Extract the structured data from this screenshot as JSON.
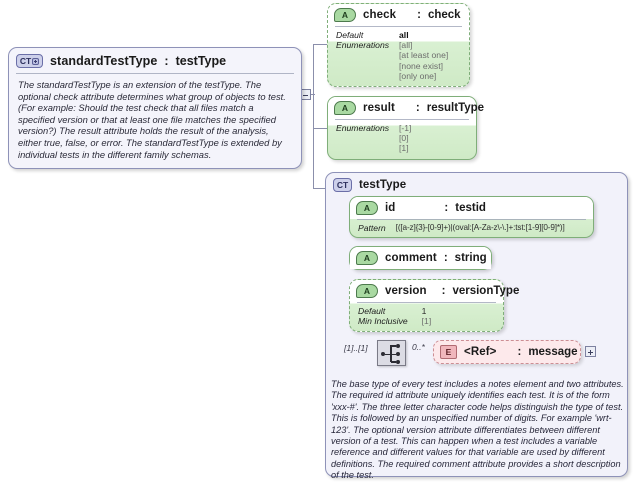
{
  "diagram": {
    "title": "XSD schema diagram - standardTestType",
    "accent_complex": "#cdd0ea",
    "accent_attribute": "#a9d9a2",
    "accent_element": "#f0b6bc",
    "line_color": "#8b8fab"
  },
  "root_type": {
    "badge": "CT",
    "badge_icon": "plus-box-icon",
    "name": "standardTestType",
    "separator": ":",
    "type": "testType",
    "documentation": "The standardTestType is an extension of the testType.  The optional check attribute determines what group of objects to test.  (For example: Should the test check that all files match a specified version or that at least one file matches the specified version?)  The result attribute  holds the result of the analysis, either true, false, or error.  The standardTestType is extended by individual tests in the different family schemas."
  },
  "attributes": [
    {
      "badge": "A",
      "name": "check",
      "separator": ":",
      "type": "check",
      "optional": true,
      "facet_labels": [
        "Default",
        "Enumerations"
      ],
      "default_value": "all",
      "enumerations": [
        "[all]",
        "[at least one]",
        "[none exist]",
        "[only one]"
      ]
    },
    {
      "badge": "A",
      "name": "result",
      "separator": ":",
      "type": "resultType",
      "optional": false,
      "facet_labels": [
        "Enumerations"
      ],
      "enumerations": [
        "[-1]",
        "[0]",
        "[1]"
      ]
    }
  ],
  "inner_type": {
    "badge": "CT",
    "name": "testType",
    "documentation": "The base type of every test includes a notes element and two attributes.  The required id attribute uniquely identifies each test.  It is of the form 'xxx-#'.  The three letter character code helps distinguish the type of test.  This is followed by an unspecified number of digits.  For example 'wrt-123'.  The optional version attribute differentiates between different version of a test.  This can happen when a test includes a variable reference and different values for that variable are used by different definitions.  The required comment attribute provides a short description of the test.",
    "attributes": [
      {
        "badge": "A",
        "name": "id",
        "separator": ":",
        "type": "testid",
        "optional": false,
        "facet_labels": [
          "Pattern"
        ],
        "pattern": "[([a-z]{3}-[0-9]+)|(oval:[A-Za-z\\-\\.]+:tst:[1-9][0-9]*)]"
      },
      {
        "badge": "A",
        "name": "comment",
        "separator": ":",
        "type": "string",
        "optional": false,
        "facet_labels": []
      },
      {
        "badge": "A",
        "name": "version",
        "separator": ":",
        "type": "versionType",
        "optional": true,
        "facet_labels": [
          "Default",
          "Min Inclusive"
        ],
        "default_value": "1",
        "min_inclusive": "[1]"
      }
    ],
    "sequence": {
      "icon": "sequence-compositor-icon",
      "cardinality_left": "[1]..[1]",
      "cardinality_right": "0..*"
    },
    "element_ref": {
      "badge": "E",
      "name": "<Ref>",
      "separator": ":",
      "type": "message",
      "expander": "+"
    }
  },
  "controls": {
    "root_expander": "-",
    "ref_expander": "+"
  }
}
